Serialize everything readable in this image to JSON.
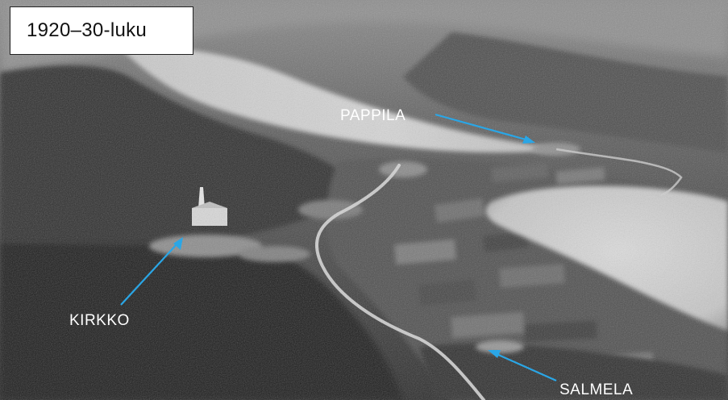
{
  "title": "1920–30-luku",
  "labels": {
    "pappila": "PAPPILA",
    "kirkko": "KIRKKO",
    "salmela": "SALMELA"
  },
  "colors": {
    "arrow": "#2aa6e6",
    "box_background": "#ffffff",
    "label_text": "#ffffff"
  }
}
